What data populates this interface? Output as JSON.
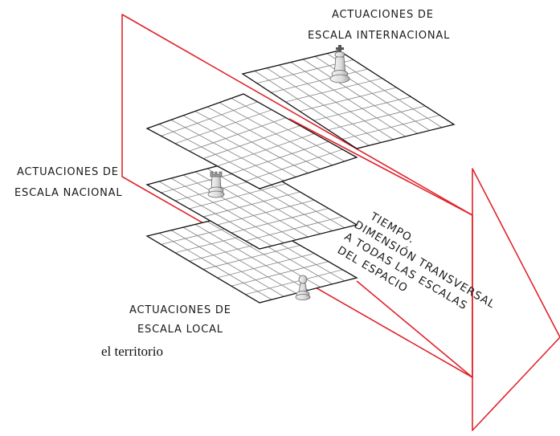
{
  "labels": {
    "international": [
      "ACTUACIONES DE",
      "ESCALA INTERNACIONAL"
    ],
    "national": [
      "ACTUACIONES DE",
      "ESCALA NACIONAL"
    ],
    "local": [
      "ACTUACIONES DE",
      "ESCALA LOCAL"
    ],
    "time": [
      "TIEMPO.",
      "DIMENSIÓN TRANSVERSAL",
      "A TODAS LAS ESCALAS",
      "DEL ESPACIO"
    ]
  },
  "caption": "el territorio",
  "pieces": {
    "international": "king",
    "national": "rook",
    "local": "pawn"
  },
  "colors": {
    "time_plane": "#e0242b",
    "board_grid": "#8a8a8a",
    "board_outline": "#111111"
  }
}
